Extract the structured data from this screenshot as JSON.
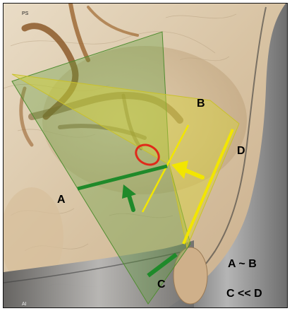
{
  "figure": {
    "corner_tags": {
      "top": "PS",
      "bottom": "AI"
    },
    "region_labels": {
      "a": "A",
      "b": "B",
      "c": "C",
      "d": "D"
    },
    "comparisons": [
      "A ~ B",
      "C << D"
    ],
    "colors": {
      "green_plane": "#5f9e3a",
      "yellow_plane": "#d8d23a",
      "red_outline": "#e02a1a",
      "yellow_arrow": "#f2e600",
      "green_arrow": "#1f8a2a",
      "bone": "#8f8f8f",
      "tissue": "#d9c3a3"
    },
    "icons": [
      "yellow-arrow-icon",
      "green-arrow-icon",
      "red-ellipse-marker"
    ]
  }
}
